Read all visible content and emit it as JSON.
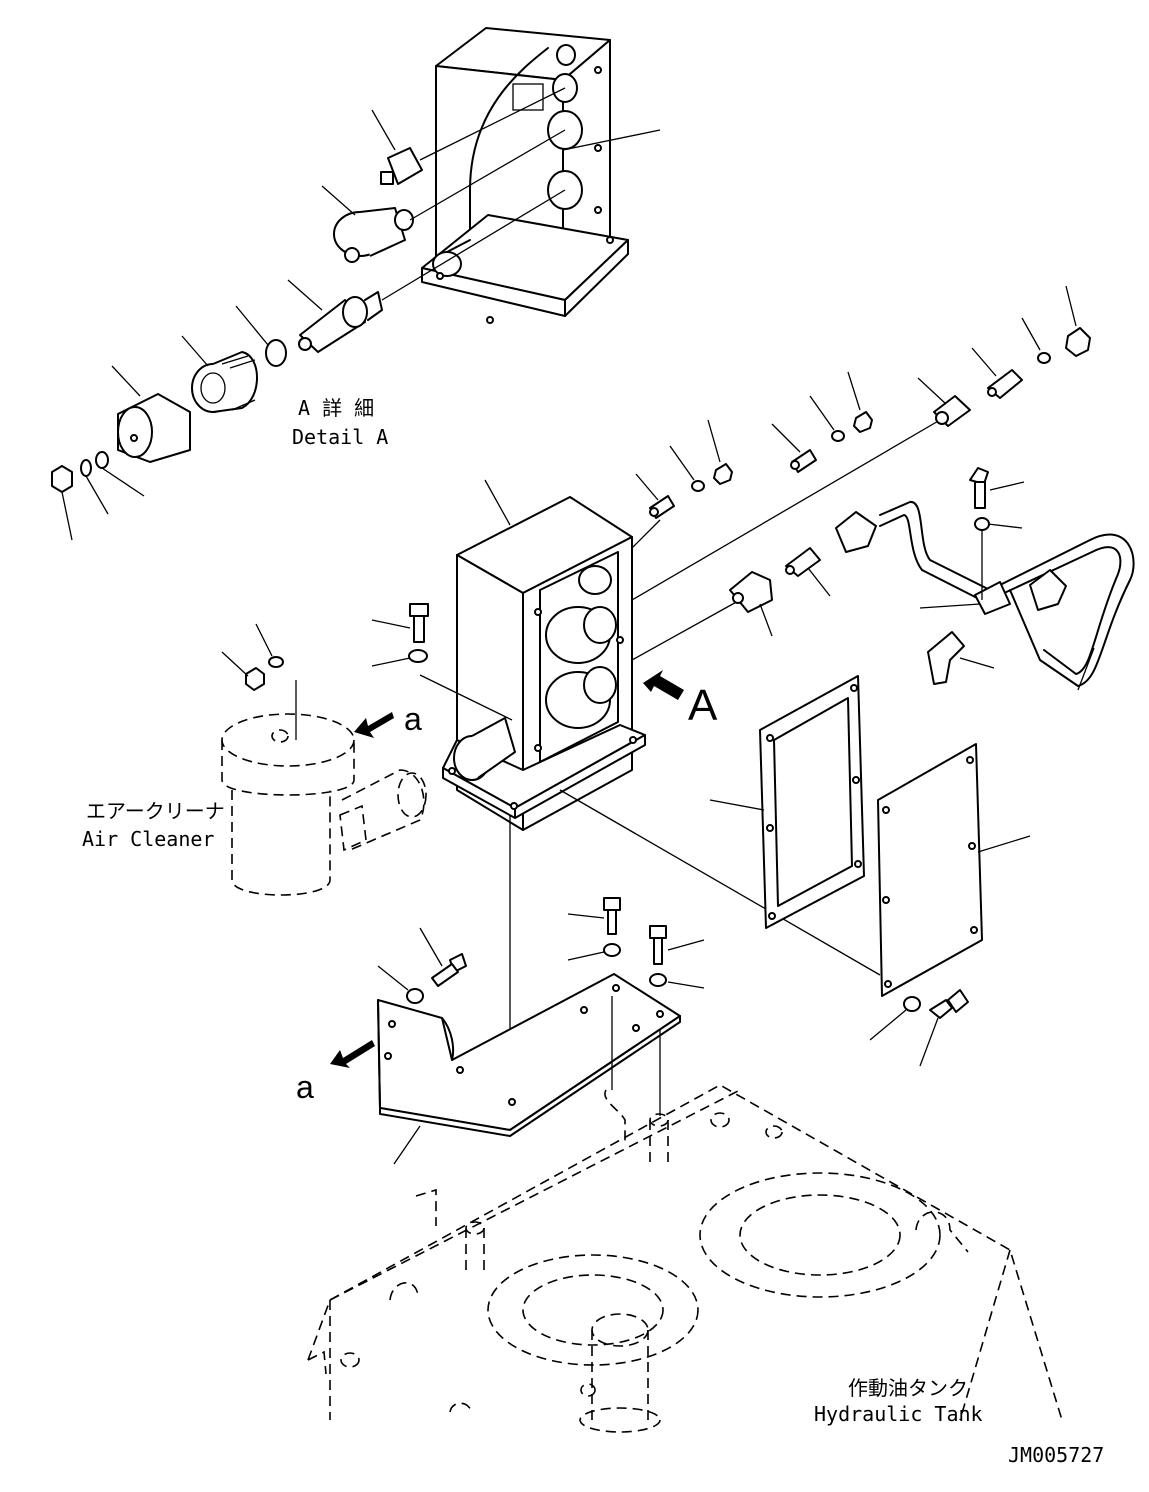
{
  "labels": {
    "detail_a_jp": "A 詳 細",
    "detail_a_en": "Detail A",
    "view_arrow": "A",
    "air_cleaner_jp": "エアークリーナ",
    "air_cleaner_en": "Air Cleaner",
    "ref_a_upper": "a",
    "ref_a_lower": "a",
    "tank_jp": "作動油タンク",
    "tank_en": "Hydraulic Tank",
    "drawing_number": "JM005727"
  },
  "icons": [
    "arrow-a-icon",
    "arrow-small-a-icon"
  ]
}
